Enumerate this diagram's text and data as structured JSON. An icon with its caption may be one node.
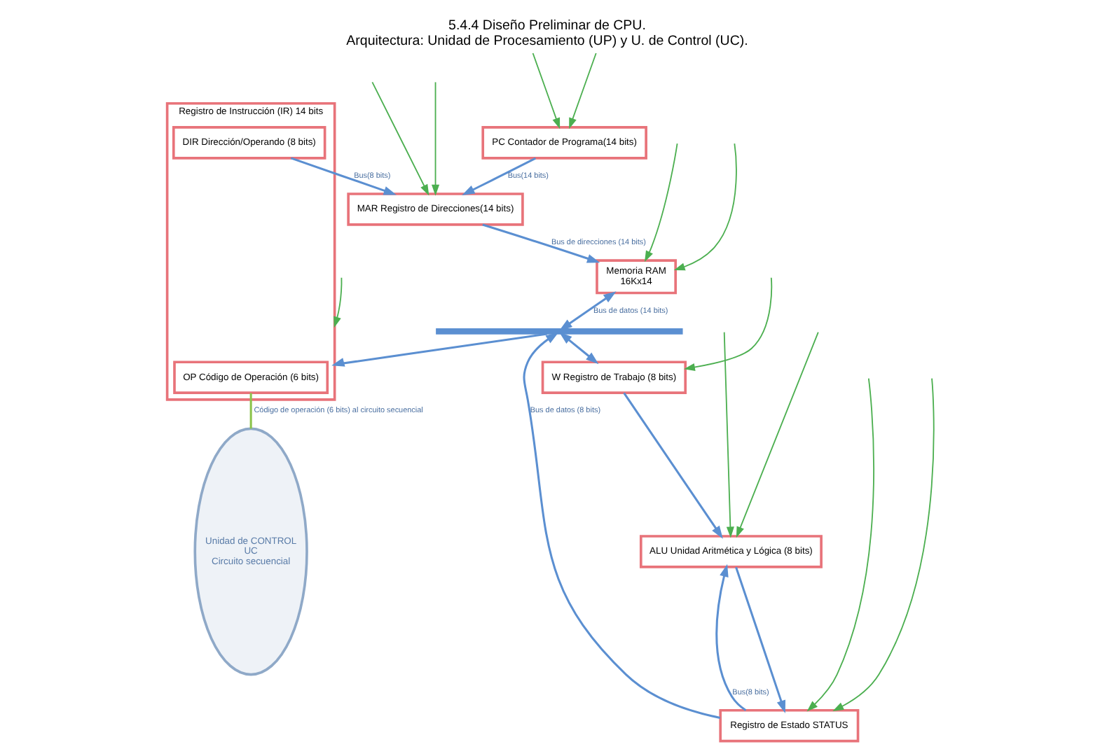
{
  "diagram": {
    "title": "5.4.4 Diseño Preliminar de CPU.",
    "caption": "Arquitectura: Unidad de Procesamiento (UP) y U. de Control (UC).",
    "nodes": [
      {
        "text": [
          "Unidad de CONTROL",
          "UC",
          "Circuito secuencial"
        ]
      },
      {
        "text": [
          "PC Contador de Programa(14 bits)"
        ]
      },
      {
        "text": [
          "MAR Registro de Direcciones(14 bits)"
        ]
      },
      {
        "text": [
          "Memoria RAM",
          "16Kx14"
        ]
      },
      {
        "text": [
          "Registro de Instrucción (IR) 14 bits"
        ]
      },
      {
        "text": [
          "OP Código de Operación (6 bits)"
        ],
        "in": 4
      },
      {
        "text": [
          "DIR Dirección/Operando (8 bits)"
        ],
        "in": 4
      },
      {
        "text": [
          "W Registro de Trabajo (8 bits)"
        ]
      },
      {
        "text": [
          "ALU Unidad Aritmética y Lógica (8 bits)"
        ]
      },
      {
        "text": [
          "Registro de Estado STATUS"
        ]
      },
      {
        "text": [],
        "shape": "bar"
      }
    ],
    "edges": [
      {
        "from": 1,
        "to": 2,
        "arrow": "to",
        "label": "Bus(14 bits)",
        "color": "#5b8fd1"
      },
      {
        "from": 2,
        "to": 3,
        "arrow": "to",
        "label": "Bus de direcciones (14 bits)",
        "color": "#5b8fd1"
      },
      {
        "from": 6,
        "to": 2,
        "arrow": "to",
        "label": "Bus(8 bits)",
        "color": "#5b8fd1"
      },
      {
        "from": 3,
        "to": 10,
        "arrow": "both",
        "label": "Bus de datos (14 bits)",
        "color": "#5b8fd1"
      },
      {
        "from": 10,
        "to": 4,
        "arrow": "to",
        "color": "#5b8fd1"
      },
      {
        "from": 10,
        "to": 7,
        "arrow": "both",
        "color": "#5b8fd1"
      },
      {
        "from": 7,
        "to": 8,
        "arrow": "to",
        "color": "#5b8fd1"
      },
      {
        "from": 8,
        "to": 9,
        "arrow": "to",
        "color": "#5b8fd1"
      },
      {
        "from": 9,
        "to": 8,
        "arrow": "to",
        "label": "Bus(8 bits)",
        "color": "#5b8fd1"
      },
      {
        "from": 9,
        "to": 10,
        "arrow": "to",
        "label": "Bus de datos (8 bits)",
        "color": "#5b8fd1"
      },
      {
        "from": 5,
        "to": 0,
        "arrow": "none",
        "color": "#8bc34a",
        "label": "Código de operación (6 bits) al circuito secuencial"
      },
      {
        "from": null,
        "to": 1,
        "arrow": "to"
      },
      {
        "from": null,
        "to": 1,
        "arrow": "to"
      },
      {
        "from": null,
        "to": 2,
        "arrow": "to"
      },
      {
        "from": null,
        "to": 2,
        "arrow": "to"
      },
      {
        "from": null,
        "to": 3,
        "arrow": "to"
      },
      {
        "from": null,
        "to": 3,
        "arrow": "to"
      },
      {
        "from": null,
        "to": 4,
        "arrow": "to"
      },
      {
        "from": null,
        "to": 7,
        "arrow": "to"
      },
      {
        "from": null,
        "to": 8,
        "arrow": "to"
      },
      {
        "from": null,
        "to": 8,
        "arrow": "to"
      },
      {
        "from": null,
        "to": 9,
        "arrow": "to"
      },
      {
        "from": null,
        "to": 9,
        "arrow": "to"
      }
    ]
  }
}
